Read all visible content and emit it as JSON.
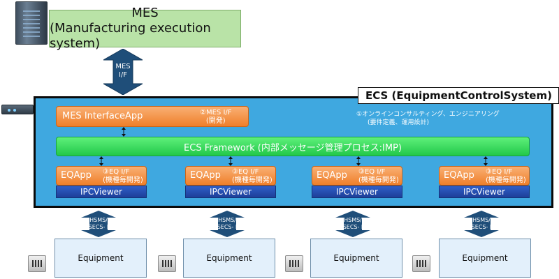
{
  "mes": {
    "title": "MES",
    "subtitle": "(Manufacturing execution system)",
    "server_icon": "server-tower-icon"
  },
  "mes_if_arrow": {
    "line1": "MES",
    "line2": "I/F"
  },
  "ecs": {
    "title": "ECS (EquipmentControlSystem)",
    "rack_icon": "rack-server-icon",
    "mes_interface": {
      "label": "MES InterfaceApp",
      "note_line1": "②MES I/F",
      "note_line2": "(開発)"
    },
    "consulting": {
      "line1": "①オンラインコンサルティング、エンジニアリング",
      "line2": "(要件定義、運用設計)"
    },
    "framework": "ECS Framework (内部メッセージ管理プロセス:IMP)",
    "eq_units": [
      {
        "app": "EQApp",
        "note1": "③EQ I/F",
        "note2": "(機種毎開発)",
        "viewer": "IPCViewer"
      },
      {
        "app": "EQApp",
        "note1": "③EQ I/F",
        "note2": "(機種毎開発)",
        "viewer": "IPCViewer"
      },
      {
        "app": "EQApp",
        "note1": "③EQ I/F",
        "note2": "(機種毎開発)",
        "viewer": "IPCViewer"
      },
      {
        "app": "EQApp",
        "note1": "③EQ I/F",
        "note2": "(機種毎開発)",
        "viewer": "IPCViewer"
      }
    ]
  },
  "hsms_arrow": {
    "line1": "HSMS/",
    "line2": "SECS- I"
  },
  "equipment": [
    {
      "label": "Equipment",
      "icon": "equipment-icon"
    },
    {
      "label": "Equipment",
      "icon": "equipment-icon"
    },
    {
      "label": "Equipment",
      "icon": "equipment-icon"
    },
    {
      "label": "Equipment",
      "icon": "equipment-icon"
    }
  ],
  "colors": {
    "mes_box": "#b9e3a7",
    "ecs_fill": "#3fa8e0",
    "orange": "#ef7f2a",
    "framework_green": "#22c84a",
    "ipc_blue": "#1d3f98",
    "arrow_blue": "#1f4e79",
    "equipment_fill": "#e3f0fb"
  }
}
